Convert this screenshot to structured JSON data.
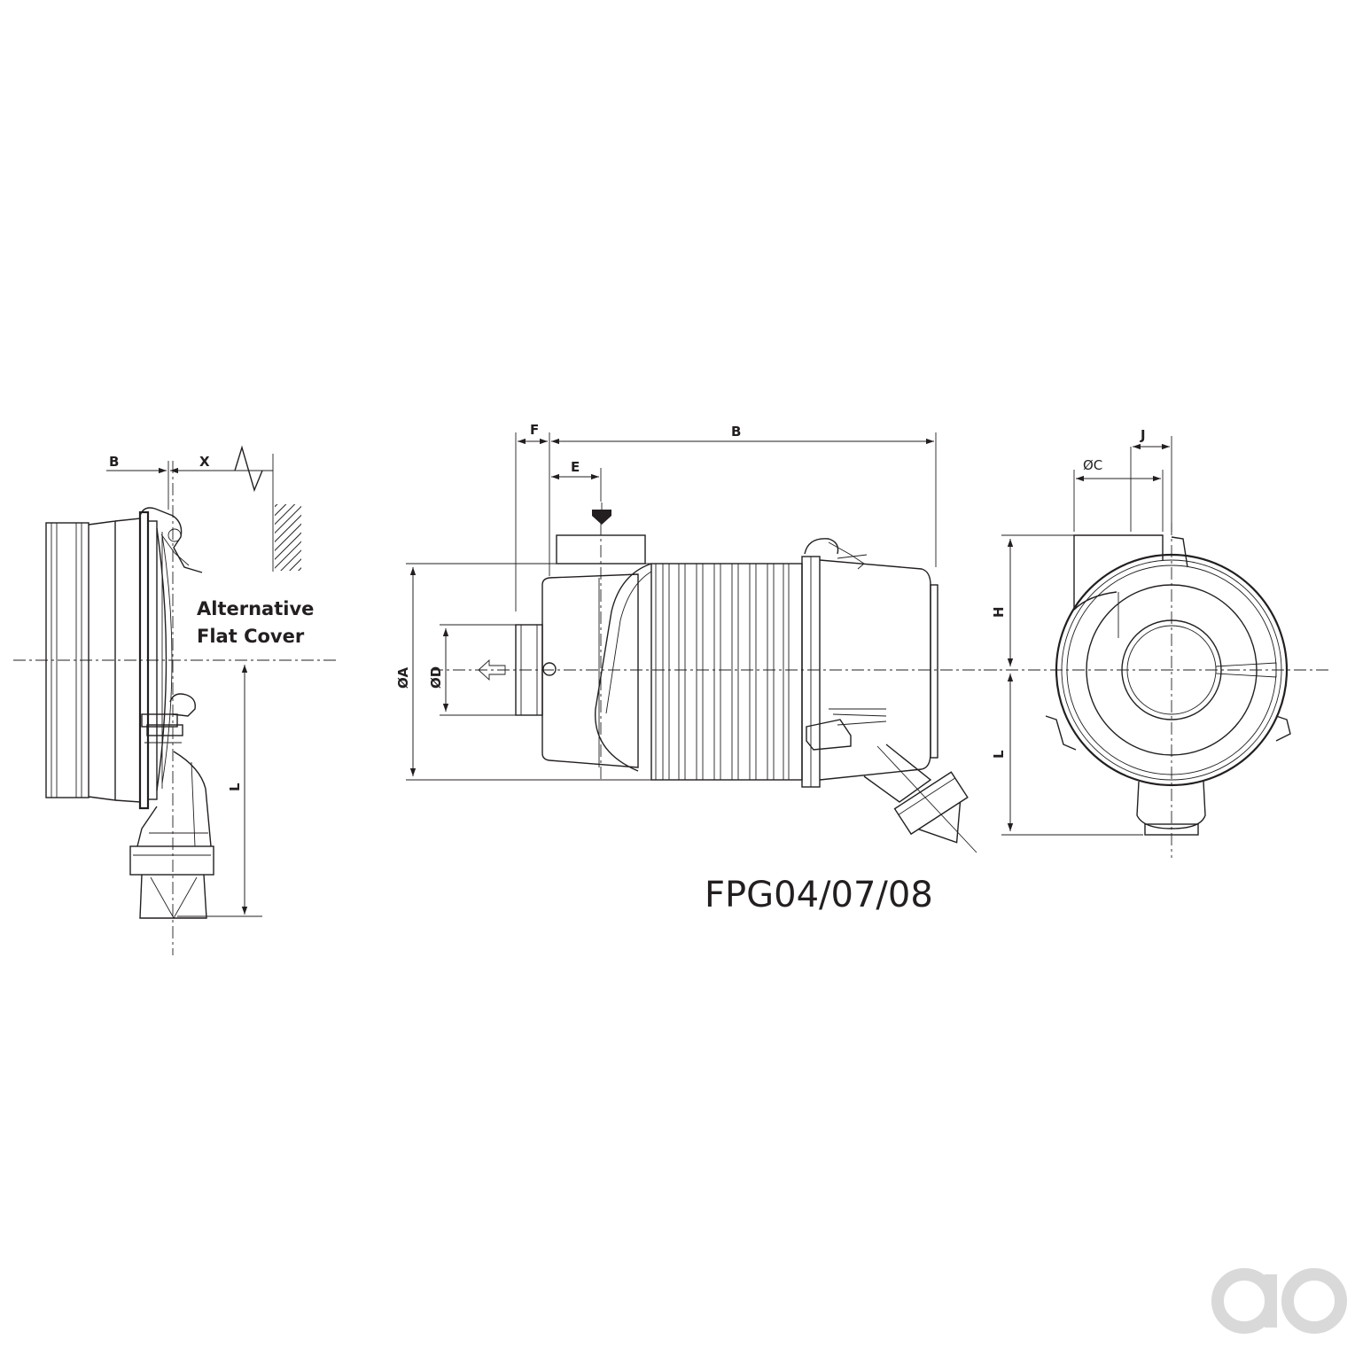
{
  "side_view": {
    "dim_b": "B",
    "dim_x": "X",
    "dim_l": "L",
    "note_line1": "Alternative",
    "note_line2": "Flat Cover"
  },
  "main_view": {
    "dim_f": "F",
    "dim_b": "B",
    "dim_e": "E",
    "dim_a": "ØA",
    "dim_d": "ØD"
  },
  "end_view": {
    "dim_j": "J",
    "dim_c": "ØC",
    "dim_h": "H",
    "dim_l": "L"
  },
  "model_label": "FPG04/07/08",
  "logo": {
    "text": "ao",
    "color": "#d9d9d9"
  },
  "colors": {
    "line": "#231f20",
    "background": "#ffffff"
  }
}
